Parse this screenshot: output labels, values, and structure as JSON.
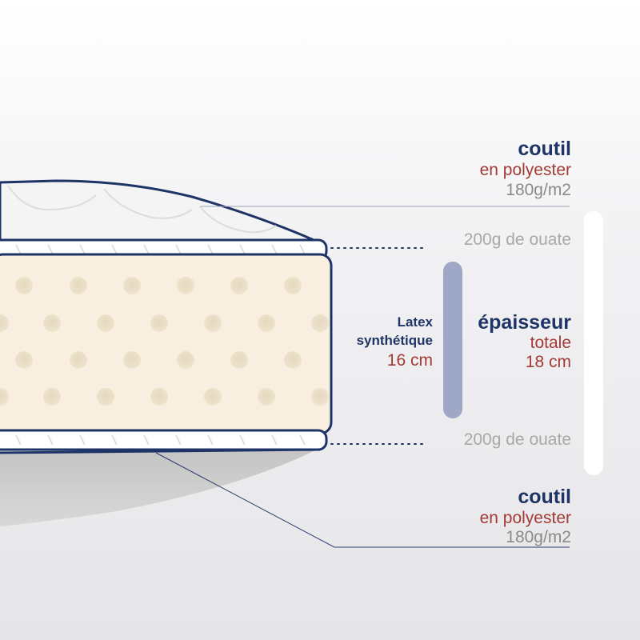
{
  "top_cover": {
    "title": "coutil",
    "material": "en polyester",
    "weight": "180g/m2"
  },
  "top_padding": {
    "label": "200g de ouate"
  },
  "core": {
    "line1": "Latex",
    "line2": "synthétique",
    "thickness": "16 cm"
  },
  "total": {
    "line1": "épaisseur",
    "line2": "totale",
    "thickness": "18 cm"
  },
  "bottom_padding": {
    "label": "200g de ouate"
  },
  "bottom_cover": {
    "title": "coutil",
    "material": "en polyester",
    "weight": "180g/m2"
  },
  "colors": {
    "navy": "#1f3466",
    "red": "#a33a35",
    "latex": "#f8efe0",
    "bar": "#9ea8c6"
  }
}
